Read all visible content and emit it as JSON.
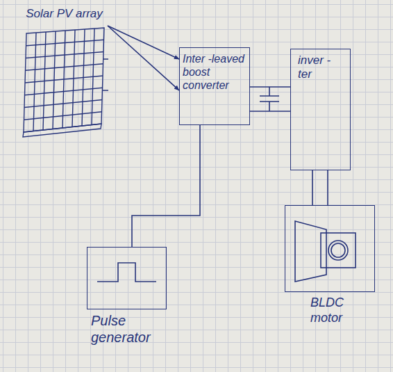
{
  "diagram": {
    "nodes": [
      {
        "text": [
          "Solar PV array"
        ]
      },
      {
        "text": [
          "Inter -leaved boost converter"
        ]
      },
      {
        "text": [
          "inver -ter"
        ]
      },
      {
        "text": [
          "BLDC motor"
        ]
      },
      {
        "text": [
          "Pulse generator"
        ]
      }
    ],
    "edges": [
      {
        "from": 0,
        "to": 1,
        "arrow": "to"
      },
      {
        "from": 0,
        "to": 1,
        "arrow": "to"
      },
      {
        "from": 1,
        "to": 2,
        "arrow": "none"
      },
      {
        "from": 1,
        "to": 2,
        "arrow": "none"
      },
      {
        "from": 2,
        "to": 3,
        "arrow": "none"
      },
      {
        "from": 2,
        "to": 3,
        "arrow": "none"
      },
      {
        "from": 4,
        "to": 1,
        "arrow": "none"
      }
    ]
  }
}
